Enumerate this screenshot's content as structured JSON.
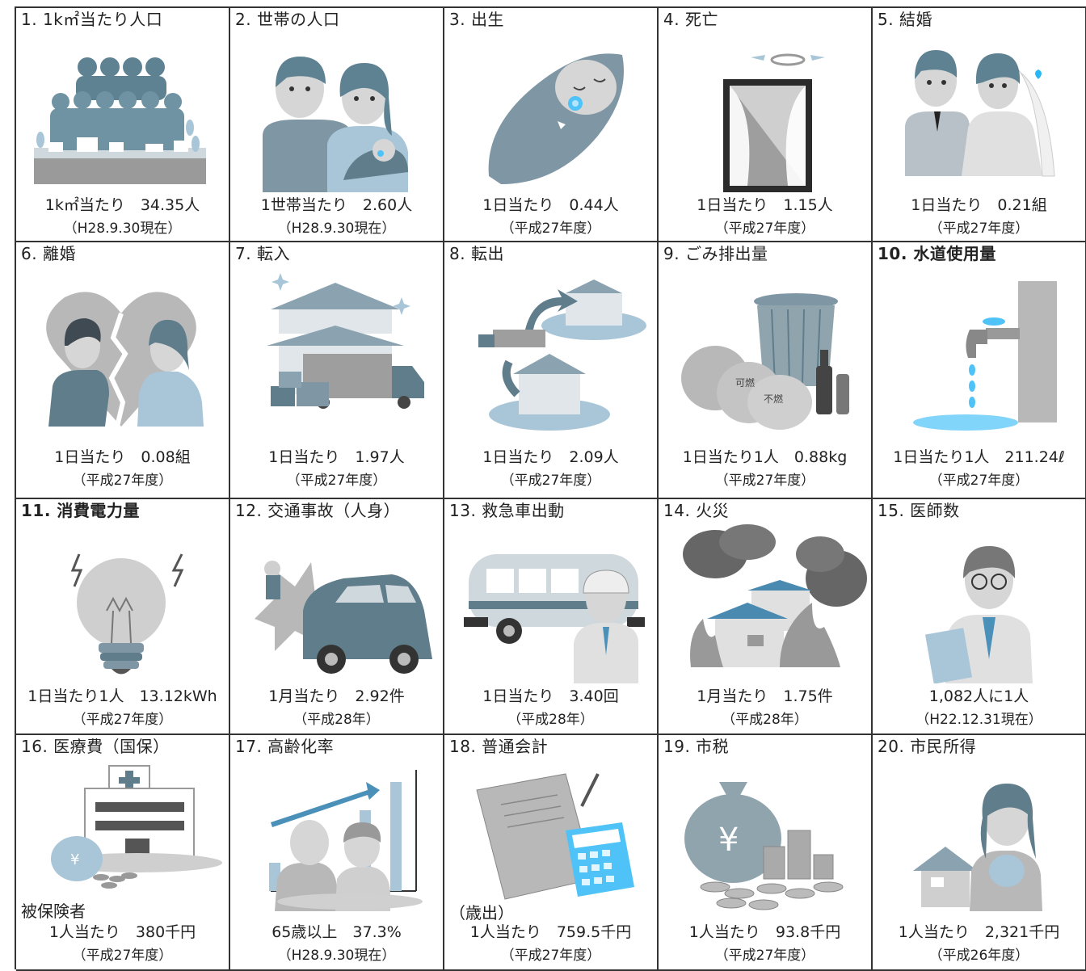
{
  "cells": [
    {
      "title": "1. 1k㎡当たり人口",
      "value": "1k㎡当たり　34.35人",
      "sub": "（H28.9.30現在）",
      "icon": "crowd-icon"
    },
    {
      "title": "2. 世帯の人口",
      "value": "1世帯当たり　2.60人",
      "sub": "（H28.9.30現在）",
      "icon": "family-icon"
    },
    {
      "title": "3. 出生",
      "value": "1日当たり　0.44人",
      "sub": "（平成27年度）",
      "icon": "baby-icon"
    },
    {
      "title": "4. 死亡",
      "value": "1日当たり　1.15人",
      "sub": "（平成27年度）",
      "icon": "memorial-frame-icon"
    },
    {
      "title": "5. 結婚",
      "value": "1日当たり　0.21組",
      "sub": "（平成27年度）",
      "icon": "wedding-couple-icon"
    },
    {
      "title": "6. 離婚",
      "value": "1日当たり　0.08組",
      "sub": "（平成27年度）",
      "icon": "broken-heart-couple-icon"
    },
    {
      "title": "7. 転入",
      "value": "1日当たり　1.97人",
      "sub": "（平成27年度）",
      "icon": "moving-in-icon"
    },
    {
      "title": "8. 転出",
      "value": "1日当たり　2.09人",
      "sub": "（平成27年度）",
      "icon": "moving-out-icon"
    },
    {
      "title": "9. ごみ排出量",
      "value": "1日当たり1人　0.88kg",
      "sub": "（平成27年度）",
      "icon": "garbage-icon",
      "bag1": "可燃",
      "bag2": "不燃"
    },
    {
      "title": "10. 水道使用量",
      "value": "1日当たり1人　211.24ℓ",
      "sub": "（平成27年度）",
      "icon": "water-faucet-icon"
    },
    {
      "title": "11. 消費電力量",
      "value": "1日当たり1人　13.12kWh",
      "sub": "（平成27年度）",
      "icon": "light-bulb-icon"
    },
    {
      "title": "12. 交通事故（人身）",
      "value": "1月当たり　2.92件",
      "sub": "（平成28年）",
      "icon": "car-accident-icon"
    },
    {
      "title": "13. 救急車出動",
      "value": "1日当たり　3.40回",
      "sub": "（平成28年）",
      "icon": "ambulance-icon"
    },
    {
      "title": "14. 火災",
      "value": "1月当たり　1.75件",
      "sub": "（平成28年）",
      "icon": "house-fire-icon"
    },
    {
      "title": "15. 医師数",
      "value": "1,082人に1人",
      "sub": "（H22.12.31現在）",
      "icon": "doctor-icon"
    },
    {
      "title": "16. 医療費（国保）",
      "prefix": "被保険者",
      "value": "1人当たり　380千円",
      "sub": "（平成27年度）",
      "icon": "hospital-icon",
      "yen": "¥"
    },
    {
      "title": "17. 高齢化率",
      "value": "65歳以上　37.3%",
      "sub": "（H28.9.30現在）",
      "icon": "elderly-couple-icon"
    },
    {
      "title": "18. 普通会計",
      "prefix": "（歳出）",
      "value": "1人当たり　759.5千円",
      "sub": "（平成27年度）",
      "icon": "calculator-icon"
    },
    {
      "title": "19. 市税",
      "value": "1人当たり　93.8千円",
      "sub": "（平成27年度）",
      "icon": "money-bag-icon",
      "yen": "¥"
    },
    {
      "title": "20. 市民所得",
      "value": "1人当たり　2,321千円",
      "sub": "（平成26年度）",
      "icon": "citizen-income-icon"
    }
  ],
  "colors": {
    "slate": "#607d8b",
    "light": "#a9c6d8",
    "gray": "#b8b8b8",
    "dark": "#3f4a52"
  }
}
